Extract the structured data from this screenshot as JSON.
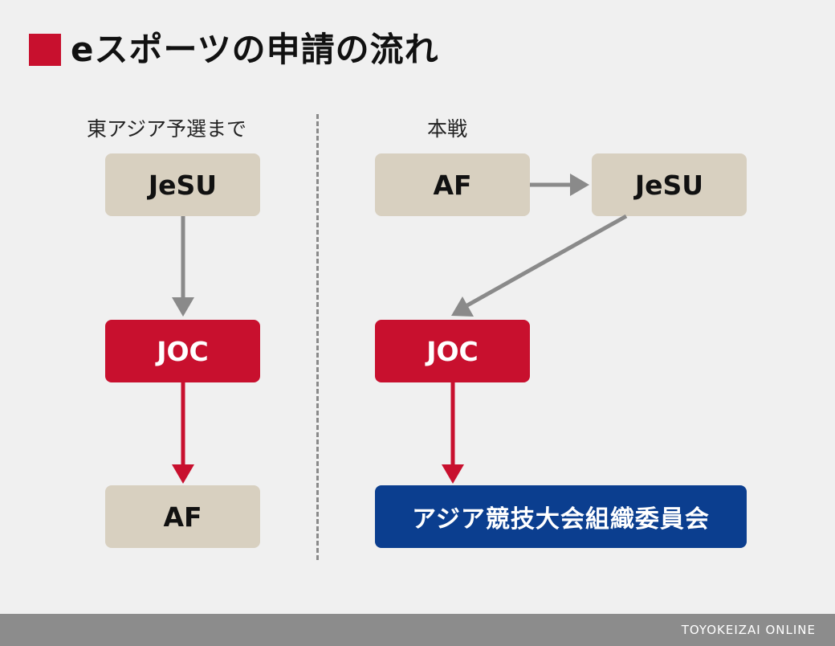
{
  "title": "eスポーツの申請の流れ",
  "sections": {
    "left": {
      "label": "東アジア予選まで",
      "nodes": [
        "JeSU",
        "JOC",
        "AF"
      ]
    },
    "right": {
      "label": "本戦",
      "nodes": [
        "AF",
        "JeSU",
        "JOC",
        "アジア競技大会組織委員会"
      ]
    }
  },
  "footer": {
    "credit": "TOYOKEIZAI ONLINE"
  },
  "colors": {
    "accent_red": "#c8102e",
    "node_tan": "#d8d0c0",
    "node_blue": "#0b3e8f",
    "arrow_gray": "#8a8a8a",
    "arrow_red": "#c8102e"
  }
}
